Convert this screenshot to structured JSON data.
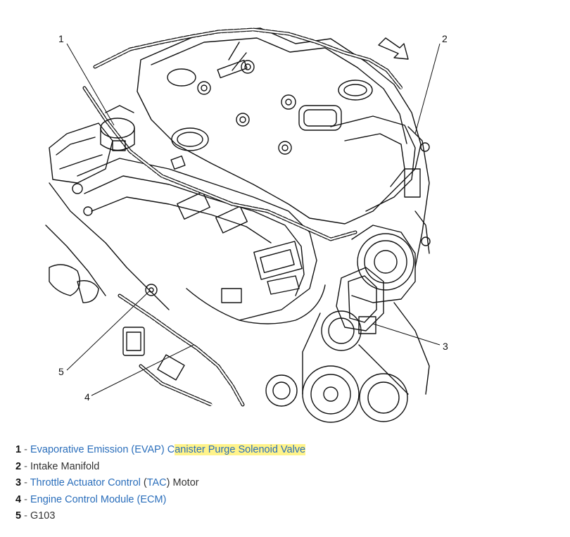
{
  "colors": {
    "link": "#2a6ebb",
    "text": "#333333",
    "highlight": "#fff38a",
    "line": "#111111"
  },
  "diagram": {
    "icon": "engine-line-drawing",
    "callouts": [
      "1",
      "2",
      "3",
      "4",
      "5"
    ]
  },
  "legend": [
    {
      "num": "1",
      "sep": " - ",
      "p1": "Evaporative Emission (EVAP) C",
      "p1_link": true,
      "p2": "anister Purge Solenoid Valve",
      "p2_link": true,
      "p2_highlight": true,
      "p3": "",
      "p4": ""
    },
    {
      "num": "2",
      "sep": " - ",
      "p1": "Intake Manifold",
      "p1_link": false,
      "p2": "",
      "p2_link": false,
      "p2_highlight": false,
      "p3": "",
      "p4": ""
    },
    {
      "num": "3",
      "sep": " - ",
      "p1": "Throttle Actuator Control",
      "p1_link": true,
      "p2": " (",
      "p2_link": false,
      "p2_highlight": false,
      "p3": "TAC",
      "p4": ") Motor"
    },
    {
      "num": "4",
      "sep": " - ",
      "p1": "Engine Control Module (ECM)",
      "p1_link": true,
      "p2": "",
      "p2_link": false,
      "p2_highlight": false,
      "p3": "",
      "p4": ""
    },
    {
      "num": "5",
      "sep": " - ",
      "p1": "G103",
      "p1_link": false,
      "p2": "",
      "p2_link": false,
      "p2_highlight": false,
      "p3": "",
      "p4": ""
    }
  ]
}
